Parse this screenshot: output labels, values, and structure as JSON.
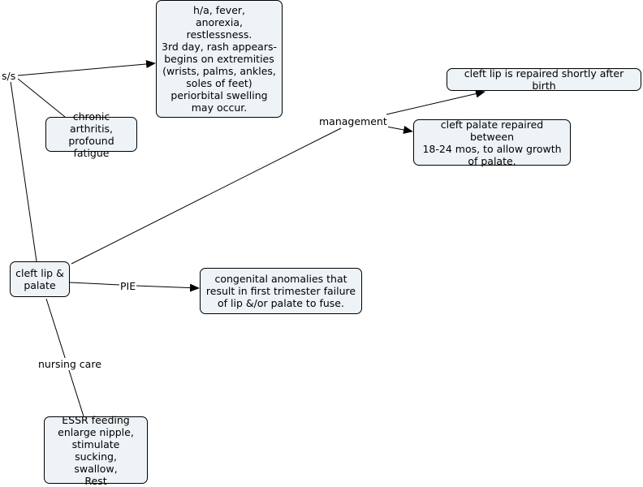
{
  "concepts": {
    "ss_symptoms": "h/a, fever,\nanorexia,\nrestlessness.\n3rd day, rash appears-\nbegins on extremities\n(wrists, palms, ankles,\nsoles of feet)\nperiorbital swelling\nmay occur.",
    "chronic": "chronic arthritis,\nprofound fatigue",
    "cleft_lip_birth": "cleft lip is repaired shortly after birth",
    "cleft_palate_repair": "cleft palate repaired between\n18-24 mos, to allow growth\nof palate.",
    "cleft_main": "cleft lip &\npalate",
    "congenital": "congenital anomalies that\nresult in first trimester failure\nof lip &/or palate to fuse.",
    "essr": "ESSR feeding\nenlarge nipple,\nstimulate sucking,\nswallow,\nRest"
  },
  "links": {
    "ss": "s/s",
    "management": "management",
    "pie": "PIE",
    "nursing_care": "nursing care"
  },
  "colors": {
    "node_fill": "#eef3f7",
    "line": "#000000"
  }
}
